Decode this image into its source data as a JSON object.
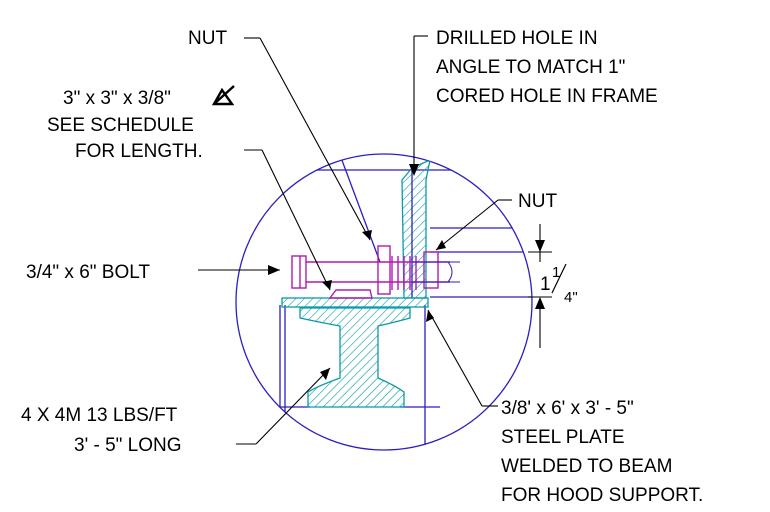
{
  "labels": {
    "nut_top": "NUT",
    "angle_line1": "3\" x 3\" x 3/8\"",
    "angle_line2": "SEE SCHEDULE",
    "angle_line3": "FOR LENGTH.",
    "hole_line1": "DRILLED HOLE IN",
    "hole_line2": "ANGLE TO MATCH 1\"",
    "hole_line3": "CORED HOLE IN FRAME",
    "nut_right": "NUT",
    "bolt": "3/4\" x 6\" BOLT",
    "dim_whole": "1",
    "dim_num": "1",
    "dim_den": "4\"",
    "beam_line1": "4 X 4M 13 LBS/FT",
    "beam_line2": "3' - 5\" LONG",
    "plate_line1": "3/8' x 6' x 3' - 5\"",
    "plate_line2": "STEEL PLATE",
    "plate_line3": "WELDED TO BEAM",
    "plate_line4": "FOR HOOD SUPPORT."
  },
  "colors": {
    "detail_circle": "#2a1fc0",
    "hatch": "#0a9aa8",
    "bolt": "#b01ab0",
    "text": "#000000"
  },
  "icons": {
    "angle_symbol": "angle-section-icon"
  }
}
